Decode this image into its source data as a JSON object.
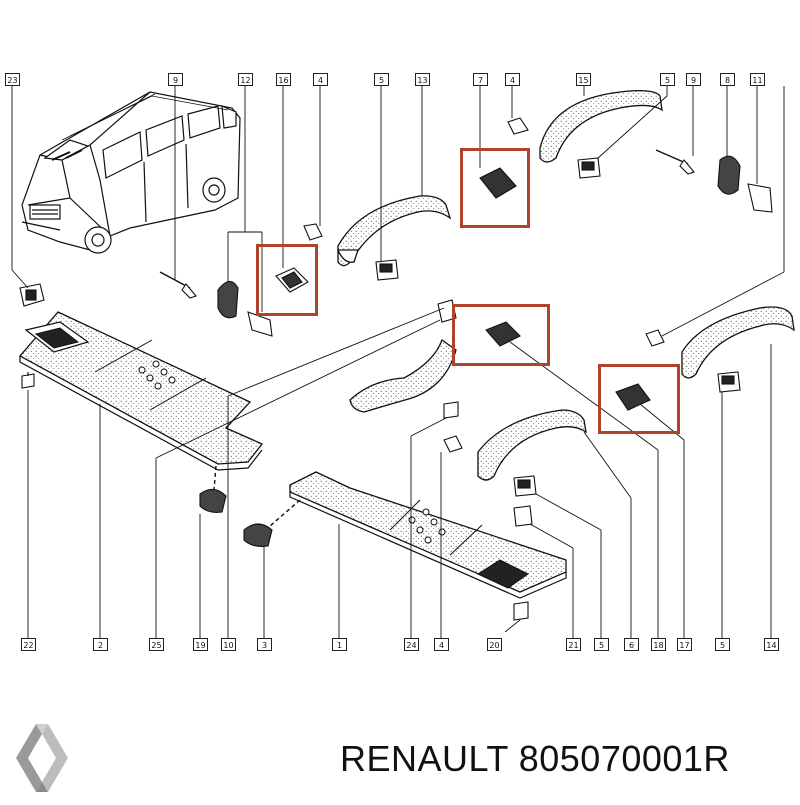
{
  "callouts": {
    "top": [
      "23",
      "9",
      "12",
      "16",
      "4",
      "5",
      "13",
      "7",
      "4",
      "15",
      "5",
      "9",
      "8",
      "11"
    ],
    "bottom": [
      "22",
      "2",
      "25",
      "19",
      "10",
      "3",
      "1",
      "24",
      "4",
      "20",
      "21",
      "5",
      "6",
      "18",
      "17",
      "5",
      "14"
    ]
  },
  "highlight_color": "#b0432c",
  "parts": {
    "van": "van-illustration",
    "left_panel": "headliner-panel",
    "right_panel": "headliner-panel",
    "handles": "grab-handle",
    "clips": "mounting-clip",
    "screws": "screw"
  },
  "footer": {
    "brand": "RENAULT",
    "part_number": "805070001R",
    "logo": "renault-diamond-logo"
  }
}
